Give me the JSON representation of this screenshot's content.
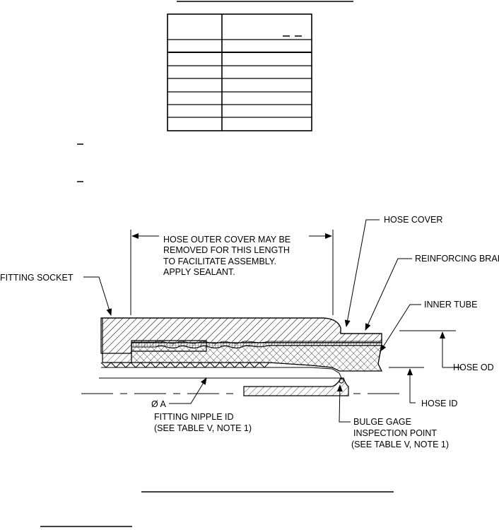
{
  "labels": {
    "hose_outer_cover_note": [
      "HOSE OUTER COVER MAY BE",
      "REMOVED FOR THIS LENGTH",
      "TO FACILITATE ASSEMBLY.",
      "APPLY SEALANT."
    ],
    "fitting_socket": "FITTING SOCKET",
    "hose_cover": "HOSE COVER",
    "reinforcing_braid": "REINFORCING BRAID",
    "inner_tube": "INNER TUBE",
    "hose_od": "HOSE OD",
    "hose_id": "HOSE ID",
    "dia_a": "Ø A",
    "fitting_nipple_id": [
      "FITTING NIPPLE ID",
      "(SEE TABLE V, NOTE 1)"
    ],
    "bulge_gage": [
      "BULGE GAGE",
      "INSPECTION POINT",
      "(SEE TABLE V, NOTE 1)"
    ]
  },
  "table": {
    "row_count": 7,
    "note_markers": 2
  },
  "colors": {
    "ink": "#000000",
    "background": "#ffffff"
  }
}
